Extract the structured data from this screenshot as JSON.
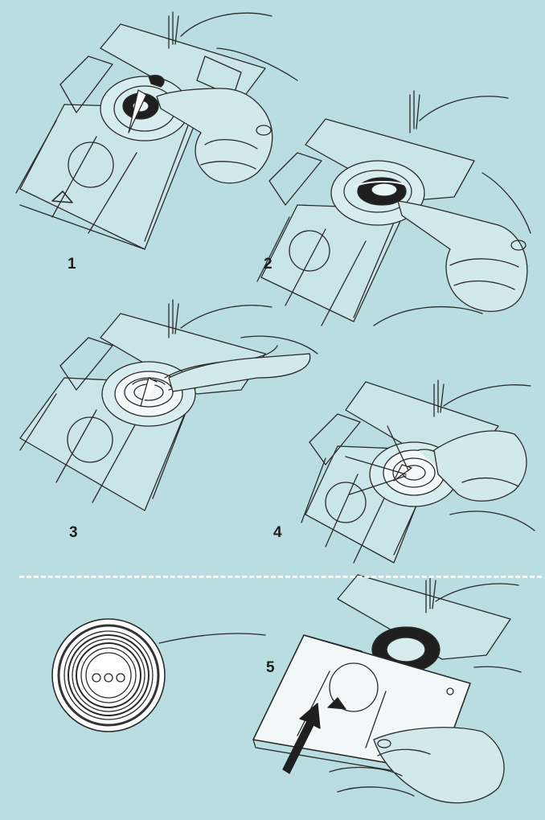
{
  "colors": {
    "background": "#b9dde0",
    "line_art": "#2a2a2a",
    "machine_fill": "#c9e5e7",
    "divider": "#f2fafa",
    "label": "#1e1e1e"
  },
  "steps": {
    "step1": {
      "label": "1"
    },
    "step2": {
      "label": "2"
    },
    "step3": {
      "label": "3"
    },
    "step4": {
      "label": "4"
    },
    "step5": {
      "label": "5"
    }
  }
}
